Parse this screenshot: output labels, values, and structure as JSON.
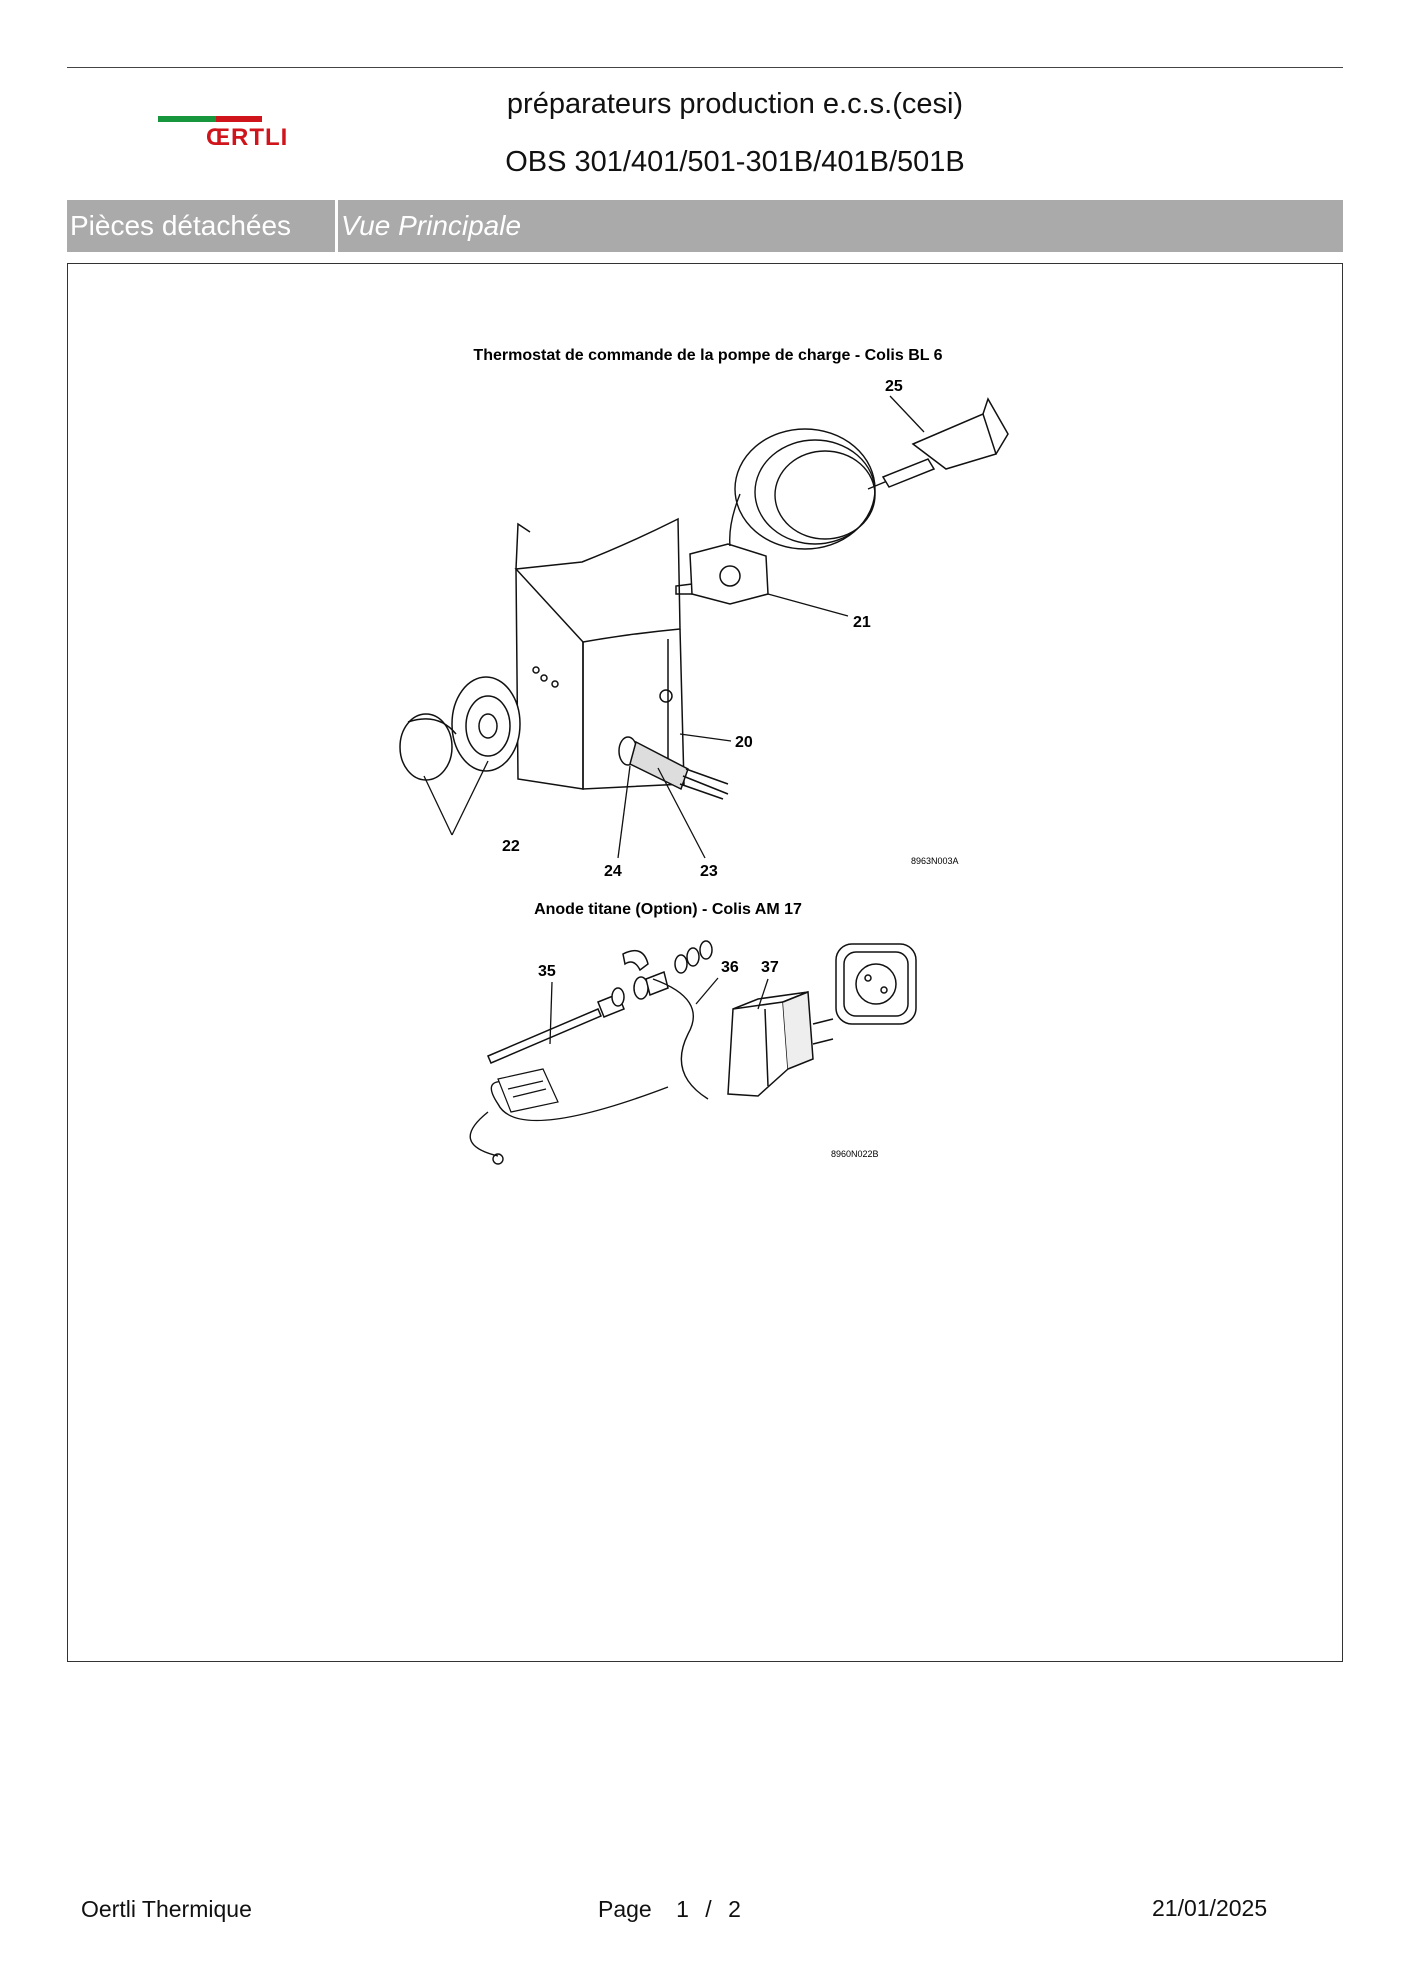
{
  "header": {
    "logo_text": "ŒRTLI",
    "title_line1": "préparateurs production e.c.s.(cesi)",
    "title_line2": "OBS 301/401/501-301B/401B/501B"
  },
  "section_bar": {
    "left_label": "Pièces détachées",
    "right_label": "Vue Principale"
  },
  "diagram": {
    "top_title": "Thermostat de commande de la pompe de charge - Colis BL 6",
    "top_labels": [
      "25",
      "21",
      "20",
      "22",
      "24",
      "23"
    ],
    "top_ref": "8963N003A",
    "bottom_title": "Anode titane (Option) - Colis AM 17",
    "bottom_labels": [
      "35",
      "36",
      "37"
    ],
    "bottom_ref": "8960N022B"
  },
  "footer": {
    "company": "Oertli Thermique",
    "page_label": "Page",
    "page_current": "1",
    "page_sep": "/",
    "page_total": "2",
    "date": "21/01/2025"
  }
}
